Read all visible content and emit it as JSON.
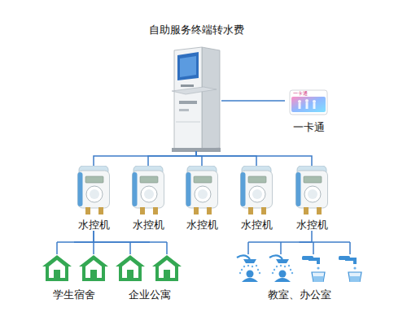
{
  "diagram": {
    "nodes": [
      {
        "text": [
          "自助服务终端转水费"
        ]
      },
      {
        "text": [
          "一卡通"
        ]
      },
      {
        "text": [
          "水控机"
        ]
      },
      {
        "text": [
          "水控机"
        ]
      },
      {
        "text": [
          "水控机"
        ]
      },
      {
        "text": [
          "水控机"
        ]
      },
      {
        "text": [
          "水控机"
        ]
      },
      {
        "text": [
          "学生宿舍"
        ]
      },
      {
        "text": [
          "企业公寓"
        ]
      },
      {
        "text": [
          "教室、办公室"
        ]
      }
    ],
    "edges": [
      {
        "from": 0,
        "to": 1,
        "arrow": "none"
      },
      {
        "from": 0,
        "to": 2,
        "arrow": "none"
      },
      {
        "from": 0,
        "to": 3,
        "arrow": "none"
      },
      {
        "from": 0,
        "to": 4,
        "arrow": "none"
      },
      {
        "from": 0,
        "to": 5,
        "arrow": "none"
      },
      {
        "from": 0,
        "to": 6,
        "arrow": "none"
      },
      {
        "from": 2,
        "to": 7,
        "arrow": "none"
      },
      {
        "from": 2,
        "to": 8,
        "arrow": "none"
      },
      {
        "from": 6,
        "to": 9,
        "arrow": "none"
      }
    ],
    "labels": [
      "一卡通"
    ]
  }
}
